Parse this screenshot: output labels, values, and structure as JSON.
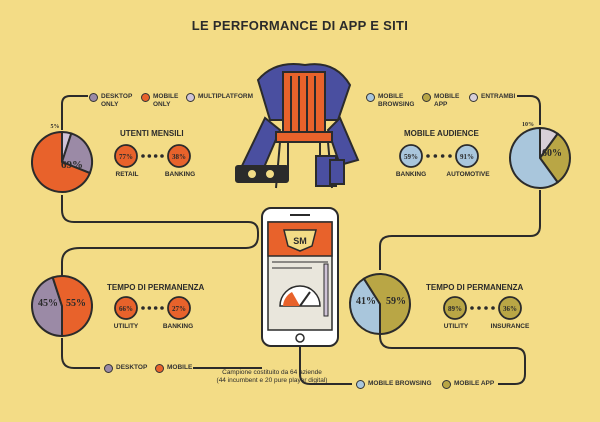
{
  "title": "LE PERFORMANCE DI APP E SITI",
  "colors": {
    "background": "#f3dc86",
    "desktop": "#9b8aa6",
    "mobile": "#e8622b",
    "multiplatform": "#cfc3d6",
    "mobile_browsing": "#a9c6dc",
    "mobile_app": "#b9a645",
    "entrambi": "#d8cfd8",
    "ink": "#2b2b2b"
  },
  "left_legend": [
    {
      "label": "DESKTOP\nONLY",
      "color": "#9b8aa6"
    },
    {
      "label": "MOBILE\nONLY",
      "color": "#e8622b"
    },
    {
      "label": "MULTIPLATFORM",
      "color": "#cfc3d6"
    }
  ],
  "right_legend": [
    {
      "label": "MOBILE\nBROWSING",
      "color": "#a9c6dc"
    },
    {
      "label": "MOBILE\nAPP",
      "color": "#b9a645"
    },
    {
      "label": "ENTRAMBI",
      "color": "#d8cfd8"
    }
  ],
  "utenti": {
    "title": "UTENTI MENSILI",
    "pie": [
      {
        "label": "5%",
        "value": 5,
        "color": "#cfc3d6"
      },
      {
        "label": "26%",
        "value": 26,
        "color": "#9b8aa6"
      },
      {
        "label": "69%",
        "value": 69,
        "color": "#e8622b"
      }
    ],
    "compare": [
      {
        "value": "77%",
        "label": "RETAIL"
      },
      {
        "value": "38%",
        "label": "BANKING"
      }
    ]
  },
  "mobile_audience": {
    "title": "MOBILE AUDIENCE",
    "pie": [
      {
        "label": "10%",
        "value": 10,
        "color": "#d8cfd8"
      },
      {
        "label": "30%",
        "value": 30,
        "color": "#b9a645"
      },
      {
        "label": "60%",
        "value": 60,
        "color": "#a9c6dc"
      }
    ],
    "compare": [
      {
        "value": "59%",
        "label": "BANKING"
      },
      {
        "value": "91%",
        "label": "AUTOMOTIVE"
      }
    ]
  },
  "tempo_left": {
    "title": "TEMPO DI PERMANENZA",
    "pie": [
      {
        "label": "45%",
        "value": 45,
        "color": "#9b8aa6"
      },
      {
        "label": "55%",
        "value": 55,
        "color": "#e8622b"
      }
    ],
    "compare": [
      {
        "value": "66%",
        "label": "UTILITY"
      },
      {
        "value": "27%",
        "label": "BANKING"
      }
    ]
  },
  "tempo_right": {
    "title": "TEMPO DI PERMANENZA",
    "pie": [
      {
        "label": "41%",
        "value": 41,
        "color": "#a9c6dc"
      },
      {
        "label": "59%",
        "value": 59,
        "color": "#b9a645"
      }
    ],
    "compare": [
      {
        "value": "89%",
        "label": "UTILITY"
      },
      {
        "value": "36%",
        "label": "INSURANCE"
      }
    ]
  },
  "bottom_left_legend": [
    {
      "label": "DESKTOP",
      "color": "#9b8aa6"
    },
    {
      "label": "MOBILE",
      "color": "#e8622b"
    }
  ],
  "bottom_right_legend": [
    {
      "label": "MOBILE BROWSING",
      "color": "#a9c6dc"
    },
    {
      "label": "MOBILE APP",
      "color": "#b9a645"
    }
  ],
  "note": "Campione costituito da 64 aziende\n(44 incumbent e 20 pure player digital)"
}
